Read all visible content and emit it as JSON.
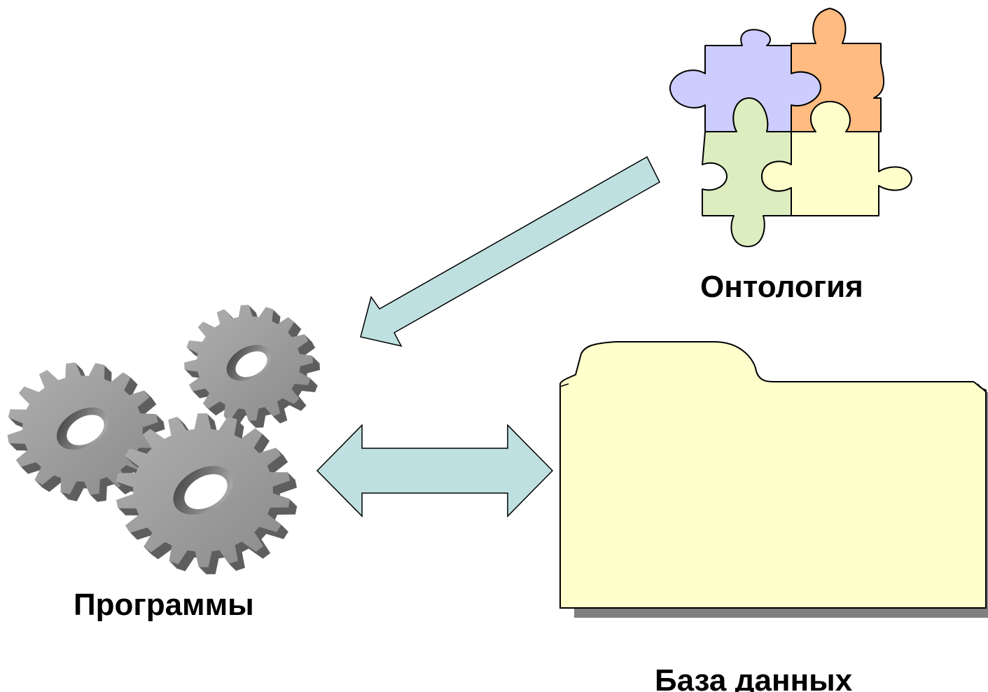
{
  "labels": {
    "ontology": "Онтология",
    "programs": "Программы",
    "database": "База данных"
  },
  "colors": {
    "arrow_fill": "#bfe0e0",
    "folder_fill": "#ffffcc",
    "folder_shadow": "#808080",
    "gear_face": "#9a9a9a",
    "gear_side": "#5e5e5e",
    "puzzle_purple": "#ccccff",
    "puzzle_orange": "#ffbb80",
    "puzzle_green": "#dcedc0",
    "puzzle_yellow": "#ffffcc",
    "outline": "#000000"
  },
  "icons": {
    "ontology": "puzzle-icon",
    "programs": "gears-icon",
    "database": "folder-icon"
  },
  "connections": [
    {
      "from": "ontology",
      "to": "programs",
      "direction": "one-way"
    },
    {
      "from": "programs",
      "to": "database",
      "direction": "two-way"
    }
  ]
}
